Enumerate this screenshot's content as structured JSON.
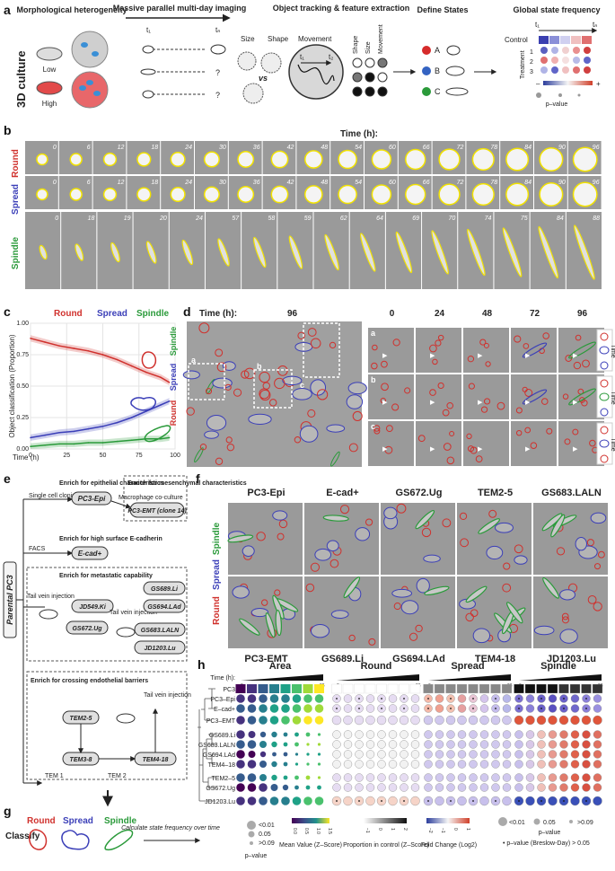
{
  "colors": {
    "round": "#d0312d",
    "spread": "#3b3fb8",
    "spindle": "#2a9a3a",
    "yellow": "#f2e200"
  },
  "panel_a": {
    "label": "a",
    "culture": "3D culture",
    "h_morph": "Morphological heterogeneity",
    "low": "Low",
    "high": "High",
    "h_imaging": "Massive parallel multi-day imaging",
    "t1": "t₁",
    "tn": "tₙ",
    "q": "?",
    "h_track": "Object tracking & feature extraction",
    "size": "Size",
    "shape": "Shape",
    "movement": "Movement",
    "vs": "vs",
    "t2": "t₂",
    "rot_shape": "Shape",
    "rot_size": "Size",
    "rot_movement": "Movement",
    "h_states": "Define States",
    "state_a": "A",
    "state_b": "B",
    "state_c": "C",
    "h_global": "Global state frequency",
    "control": "Control",
    "treatment": "Treatment",
    "rows": [
      "1",
      "2",
      "3"
    ],
    "minus": "–",
    "plus": "+",
    "pval": "p–value"
  },
  "panel_b": {
    "label": "b",
    "time_title": "Time (h):",
    "rows": [
      {
        "name": "Round",
        "times": [
          "0",
          "6",
          "12",
          "18",
          "24",
          "30",
          "36",
          "42",
          "48",
          "54",
          "60",
          "66",
          "72",
          "78",
          "84",
          "90",
          "96"
        ]
      },
      {
        "name": "Spread",
        "times": [
          "0",
          "6",
          "12",
          "18",
          "24",
          "30",
          "36",
          "42",
          "48",
          "54",
          "60",
          "66",
          "72",
          "78",
          "84",
          "90",
          "96"
        ]
      },
      {
        "name": "Spindle",
        "times": [
          "0",
          "18",
          "19",
          "20",
          "24",
          "57",
          "58",
          "59",
          "62",
          "64",
          "69",
          "70",
          "74",
          "75",
          "84",
          "88"
        ]
      }
    ]
  },
  "panel_c": {
    "label": "c"
  },
  "chart_data": {
    "type": "line",
    "title": "",
    "legend": [
      "Round",
      "Spread",
      "Spindle"
    ],
    "xlabel": "Time (h)",
    "ylabel": "Object classification (Proportion)",
    "xlim": [
      0,
      100
    ],
    "ylim": [
      0,
      1.0
    ],
    "xticks": [
      "0",
      "25",
      "50",
      "75",
      "100"
    ],
    "yticks": [
      "0.00",
      "0.25",
      "0.50",
      "0.75",
      "1.00"
    ],
    "grid": true,
    "series": [
      {
        "name": "Round",
        "x": [
          0,
          10,
          20,
          30,
          40,
          50,
          60,
          70,
          80,
          90,
          96
        ],
        "y": [
          0.88,
          0.85,
          0.82,
          0.8,
          0.78,
          0.75,
          0.71,
          0.66,
          0.61,
          0.57,
          0.53
        ]
      },
      {
        "name": "Spread",
        "x": [
          0,
          10,
          20,
          30,
          40,
          50,
          60,
          70,
          80,
          90,
          96
        ],
        "y": [
          0.09,
          0.11,
          0.13,
          0.14,
          0.16,
          0.18,
          0.21,
          0.25,
          0.3,
          0.35,
          0.38
        ]
      },
      {
        "name": "Spindle",
        "x": [
          0,
          10,
          20,
          30,
          40,
          50,
          60,
          70,
          80,
          90,
          96
        ],
        "y": [
          0.02,
          0.03,
          0.04,
          0.04,
          0.05,
          0.05,
          0.06,
          0.07,
          0.08,
          0.08,
          0.09
        ]
      }
    ]
  },
  "panel_d": {
    "label": "d",
    "time_title": "Time (h):",
    "time_main": "96",
    "times": [
      "0",
      "24",
      "48",
      "72",
      "96"
    ],
    "rows": [
      "a",
      "b",
      "c"
    ],
    "boxes": [
      "a",
      "b",
      "c"
    ],
    "side_label": "Time",
    "legend": [
      "Round",
      "Spread",
      "Spindle"
    ]
  },
  "panel_e": {
    "label": "e",
    "parental": "Parental PC3",
    "epi_enrich": "Enrich for epithelial characteristics",
    "mes_enrich": "Enrich for mesenchymal characteristics",
    "single": "Single cell cloning",
    "macro": "Macrophage co-culture",
    "pc3epi": "PC3-Epi",
    "pc3emt": "PC3-EMT (clone 14)",
    "ecad_enrich": "Enrich for high surface E-cadherin",
    "facs": "FACS",
    "ecad": "E-cad+",
    "met_enrich": "Enrich for metastatic capability",
    "tail": "Tail vein injection",
    "jd549": "JD549.Ki",
    "gs672": "GS672.Ug",
    "tail2": "Tail vein injection",
    "gs689": "GS689.Li",
    "gs694": "GS694.LAd",
    "gs683": "GS683.LALN",
    "jd1203": "JD1203.Lu",
    "endo_enrich": "Enrich for crossing endothelial barriers",
    "tail3": "Tail vein injection",
    "tem25": "TEM2-5",
    "tem38": "TEM3-8",
    "tem418": "TEM4-18",
    "tem1": "TEM 1",
    "tem2": "TEM 2"
  },
  "panel_f": {
    "label": "f",
    "top": [
      "PC3-Epi",
      "E-cad+",
      "GS672.Ug",
      "TEM2-5",
      "GS683.LALN"
    ],
    "bottom": [
      "PC3-EMT",
      "GS689.Li",
      "GS694.LAd",
      "TEM4-18",
      "JD1203.Lu"
    ],
    "legend": [
      "Round",
      "Spread",
      "Spindle"
    ]
  },
  "panel_g": {
    "label": "g",
    "classify": "Classify",
    "legend": [
      "Round",
      "Spread",
      "Spindle"
    ],
    "calc": "Calculate state frequency over time"
  },
  "panel_h": {
    "label": "h",
    "groups": [
      "Area",
      "Round",
      "Spread",
      "Spindle"
    ],
    "time_label": "Time (h):",
    "t0": "0",
    "t96": "96",
    "rows": [
      "PC3",
      "PC3–Epi",
      "E–cad+",
      "PC3–EMT",
      "GS689.Li",
      "GS683.LALN",
      "GS694.LAd",
      "TEM4–18",
      "TEM2–5",
      "GS672.Ug",
      "JD1203.Lu"
    ],
    "p_labels": [
      "<0.01",
      "0.05",
      ">0.09"
    ],
    "p_title": "p–value",
    "mean_title": "Mean Value (Z–Score)",
    "mean_ticks": [
      "0.0",
      "0.5",
      "1.0",
      "1.5"
    ],
    "prop_title": "Proportion in control (Z–Score)",
    "prop_ticks": [
      "−1",
      "0",
      "1",
      "2"
    ],
    "fc_title": "Fold Change (Log2)",
    "fc_ticks": [
      "−2",
      "−1",
      "0",
      "1"
    ],
    "p2_labels": [
      "<0.01",
      "0.05",
      ">0.09"
    ],
    "p2_title": "p–value",
    "bd_note": "• p–value (Breslow-Day) > 0.05"
  }
}
